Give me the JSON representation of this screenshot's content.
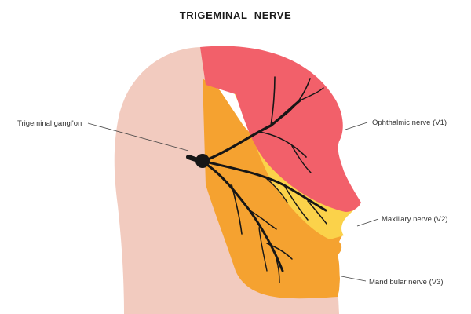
{
  "title": "TRIGEMINAL  NERVE",
  "labels": {
    "ganglion": "Trigeminal gangl'on",
    "ophthalmic": "Ophthalmic nerve (V1)",
    "maxillary": "Maxillary nerve (V2)",
    "mandibular": "Mand bular nerve (V3)"
  },
  "colors": {
    "head": "#f2cbbf",
    "ophthalmic_region": "#f2606a",
    "maxillary_region": "#fbd24a",
    "mandibular_region": "#f5a230",
    "nerve": "#161616",
    "background": "#ffffff"
  }
}
